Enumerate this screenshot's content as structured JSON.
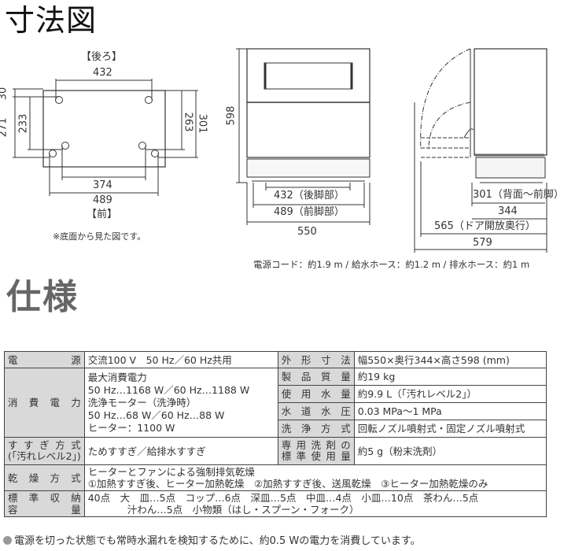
{
  "dimension_section": {
    "title": "寸法図",
    "bottom_view": {
      "label_back": "【後ろ】",
      "label_front": "【前】",
      "note": "※底面から見た図です。",
      "dims": {
        "top_width": "432",
        "bottom_inner_width": "374",
        "bottom_outer_width": "489",
        "left_top_offset": "30",
        "left_outer": "271",
        "left_inner": "233",
        "right_inner": "263",
        "right_outer": "301"
      }
    },
    "front_view": {
      "height": "598",
      "rear_feet": "432（後脚部）",
      "front_feet": "489（前脚部）",
      "width": "550"
    },
    "side_view": {
      "back_to_front_leg": "301（背面～前脚）",
      "depth": "344",
      "door_open_depth": "565（ドア開放奥行）",
      "total_depth": "579"
    },
    "cords": "電源コード：約1.9 m / 給水ホース：約1.2 m / 排水ホース：約1 m"
  },
  "spec_section": {
    "title": "仕様",
    "rows": {
      "power_source": {
        "label": "電　　源",
        "value": "交流100 V　50 Hz／60 Hz共用"
      },
      "power_consumption": {
        "label": "消費電力",
        "lines": [
          "最大消費電力",
          "50 Hz…1168 W／60 Hz…1188 W",
          "洗浄モーター（洗浄時）",
          "50 Hz…68 W／60 Hz…88 W",
          "ヒーター：1100 W"
        ]
      },
      "outer_dimensions": {
        "label": "外形寸法",
        "value": "幅550×奥行344×高さ598 (mm)"
      },
      "weight": {
        "label": "製品質量",
        "value": "約19 kg"
      },
      "water_usage": {
        "label": "使用水量",
        "value": "約9.9 L（｢汚れレベル2｣）"
      },
      "water_pressure": {
        "label": "水道水圧",
        "value": "0.03 MPa～1 MPa"
      },
      "wash_method": {
        "label": "洗浄方式",
        "value": "回転ノズル噴射式・固定ノズル噴射式"
      },
      "rinse_method": {
        "label_line1": "すすぎ方式",
        "label_line2": "(｢汚れレベル2｣)",
        "value": "ためすすぎ／給排水すすぎ"
      },
      "detergent": {
        "label_line1": "専用洗剤の",
        "label_line2": "標準使用量",
        "value": "約5 g（粉末洗剤）"
      },
      "drying_method": {
        "label": "乾燥方式",
        "line1": "ヒーターとファンによる強制排気乾燥",
        "line2": "①加熱すすぎ後、ヒーター加熱乾燥　②加熱すすぎ後、送風乾燥　③ヒーター加熱乾燥のみ"
      },
      "capacity": {
        "label_line1": "標準収納",
        "label_line2": "容　　量",
        "line1": "40点　大　皿…5点　コップ…6点　深皿…5点　中皿…4点　小皿…10点　茶わん…5点",
        "line2": "汁わん…5点　小物類（はし・スプーン・フォーク）"
      }
    },
    "footnote": "電源を切った状態でも常時水漏れを検知するために、約0.5 Wの電力を消費しています。"
  },
  "colors": {
    "header_cell_bg": "#d9d9d9",
    "border": "#444444",
    "spec_title": "#666666",
    "bullet": "#999999"
  }
}
